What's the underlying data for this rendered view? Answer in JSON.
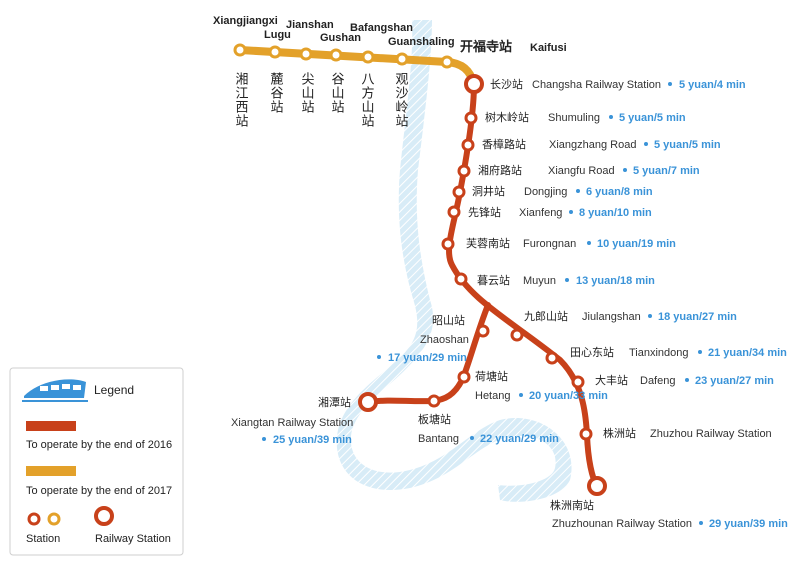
{
  "colors": {
    "red_line": "#c8411a",
    "yellow_line": "#e3a12a",
    "river": "#c9e3f2",
    "fare": "#3a93d8"
  },
  "yellow_line": {
    "station_labels": {
      "xiangjiangxi_en": "Xiangjiangxi",
      "xiangjiangxi_cn": "湘江西站",
      "lugu_en": "Lugu",
      "lugu_cn": "麓谷站",
      "jianshan_en": "Jianshan",
      "jianshan_cn": "尖山站",
      "gushan_en": "Gushan",
      "gushan_cn": "谷山站",
      "bafangshan_en": "Bafangshan",
      "bafangshan_cn": "八方山站",
      "guanshaling_en": "Guanshaling",
      "guanshaling_cn": "观沙岭站",
      "kaifusi_cn": "开福寺站",
      "kaifusi_en": "Kaifusi"
    }
  },
  "red_line": {
    "stations": {
      "changsha": {
        "cn": "长沙站",
        "en": "Changsha Railway Station",
        "fare": "5 yuan/4 min"
      },
      "shumuling": {
        "cn": "树木岭站",
        "en": "Shumuling",
        "fare": "5 yuan/5 min"
      },
      "xiangzhang": {
        "cn": "香樟路站",
        "en": "Xiangzhang Road",
        "fare": "5 yuan/5 min"
      },
      "xiangfu": {
        "cn": "湘府路站",
        "en": "Xiangfu Road",
        "fare": "5 yuan/7 min"
      },
      "dongjing": {
        "cn": "洞井站",
        "en": "Dongjing",
        "fare": "6 yuan/8 min"
      },
      "xianfeng": {
        "cn": "先锋站",
        "en": "Xianfeng",
        "fare": "8 yuan/10 min"
      },
      "furongnan": {
        "cn": "芙蓉南站",
        "en": "Furongnan",
        "fare": "10 yuan/19 min"
      },
      "muyun": {
        "cn": "暮云站",
        "en": "Muyun",
        "fare": "13 yuan/18 min"
      },
      "jiulangshan": {
        "cn": "九郎山站",
        "en": "Jiulangshan",
        "fare": "18 yuan/27 min"
      },
      "tianxindong": {
        "cn": "田心东站",
        "en": "Tianxindong",
        "fare": "21 yuan/34 min"
      },
      "dafeng": {
        "cn": "大丰站",
        "en": "Dafeng",
        "fare": "23 yuan/27 min"
      },
      "zhuzhou": {
        "cn": "株洲站",
        "en": "Zhuzhou Railway Station"
      },
      "zhuzhounan": {
        "cn": "株洲南站",
        "en": "Zhuzhounan Railway Station",
        "fare": "29 yuan/39 min"
      },
      "zhaoshan": {
        "cn": "昭山站",
        "en": "Zhaoshan",
        "fare": "17 yuan/29 min"
      },
      "hetang": {
        "cn": "荷塘站",
        "en": "Hetang",
        "fare": "20 yuan/33 min"
      },
      "bantang": {
        "cn": "板塘站",
        "en": "Bantang",
        "fare": "22 yuan/29 min"
      },
      "xiangtan": {
        "cn": "湘潭站",
        "en": "Xiangtan Railway Station",
        "fare": "25 yuan/39 min"
      }
    }
  },
  "legend": {
    "title": "Legend",
    "line_2016": "To operate by the end of 2016",
    "line_2017": "To operate by the end of 2017",
    "station": "Station",
    "railway_station": "Railway Station",
    "train_icon": "train-icon"
  }
}
